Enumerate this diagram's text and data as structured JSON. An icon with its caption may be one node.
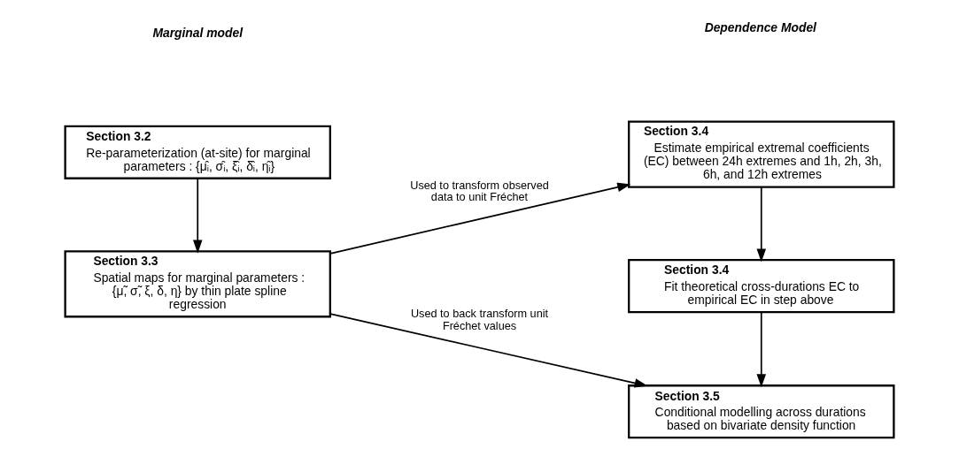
{
  "diagram": {
    "nodes": [
      {
        "text": [
          "Section 3.2",
          "Re-parameterization (at-site) for marginal parameters : {μ̂ᵢ, σ̂ᵢ, ξ̂ᵢ, δ̂ᵢ, η̂ᵢ}"
        ]
      },
      {
        "text": [
          "Section 3.3",
          "Spatial maps for marginal parameters : {μ̃, σ̃, ξ, δ, η} by thin plate spline regression"
        ]
      },
      {
        "text": [
          "Section 3.4",
          "Estimate empirical extremal coefficients (EC) between 24h extremes and 1h, 2h, 3h, 6h, and 12h extremes"
        ]
      },
      {
        "text": [
          "Section 3.4",
          "Fit theoretical cross-durations EC to empirical EC in step above"
        ]
      },
      {
        "text": [
          "Section 3.5",
          "Conditional modelling across durations based on bivariate density function"
        ]
      }
    ],
    "edges": [
      {
        "from": 0,
        "to": 1,
        "arrow": "to"
      },
      {
        "from": 1,
        "to": 2,
        "arrow": "to",
        "label": "Used to transform observed data to unit Fréchet"
      },
      {
        "from": 1,
        "to": 4,
        "arrow": "to",
        "label": "Used to back transform unit Fréchet values"
      },
      {
        "from": 2,
        "to": 3,
        "arrow": "to"
      },
      {
        "from": 3,
        "to": 4,
        "arrow": "to"
      }
    ],
    "labels": [
      "Marginal model",
      "Dependence Model"
    ]
  }
}
